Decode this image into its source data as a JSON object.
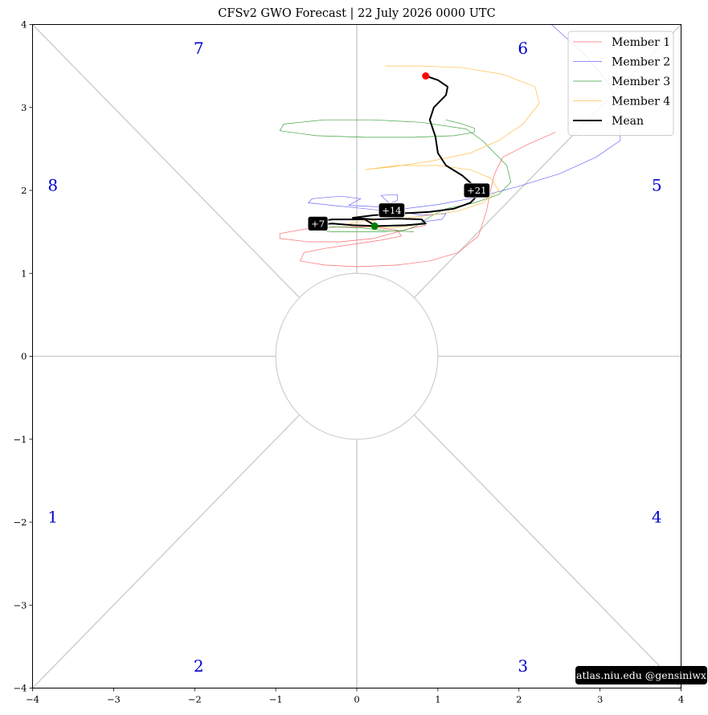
{
  "chart_data": {
    "type": "line",
    "title": "CFSv2 GWO Forecast   |   22  July  2026 0000 UTC",
    "xlabel": "",
    "ylabel": "",
    "xlim": [
      -4,
      4
    ],
    "ylim": [
      -4,
      4
    ],
    "xticks": [
      "−4",
      "−3",
      "−2",
      "−1",
      "0",
      "1",
      "2",
      "3",
      "4"
    ],
    "yticks": [
      "−4",
      "−3",
      "−2",
      "−1",
      "0",
      "1",
      "2",
      "3",
      "4"
    ],
    "grid": false,
    "legend_position": "top-right",
    "phase_labels": [
      {
        "text": "1",
        "x": -3.75,
        "y": -1.95
      },
      {
        "text": "2",
        "x": -1.95,
        "y": -3.75
      },
      {
        "text": "3",
        "x": 2.05,
        "y": -3.75
      },
      {
        "text": "4",
        "x": 3.7,
        "y": -1.95
      },
      {
        "text": "5",
        "x": 3.7,
        "y": 2.05
      },
      {
        "text": "6",
        "x": 2.05,
        "y": 3.7
      },
      {
        "text": "7",
        "x": -1.95,
        "y": 3.7
      },
      {
        "text": "8",
        "x": -3.75,
        "y": 2.05
      }
    ],
    "series": [
      {
        "name": "Member 1",
        "color": "#ff6b6b",
        "points": [
          [
            2.45,
            2.7
          ],
          [
            2.1,
            2.55
          ],
          [
            1.8,
            2.4
          ],
          [
            1.7,
            2.2
          ],
          [
            1.65,
            2.0
          ],
          [
            1.6,
            1.75
          ],
          [
            1.5,
            1.45
          ],
          [
            1.25,
            1.25
          ],
          [
            0.9,
            1.15
          ],
          [
            0.5,
            1.1
          ],
          [
            0.0,
            1.08
          ],
          [
            -0.4,
            1.1
          ],
          [
            -0.7,
            1.15
          ],
          [
            -0.65,
            1.25
          ],
          [
            -0.4,
            1.3
          ],
          [
            -0.05,
            1.35
          ],
          [
            0.3,
            1.4
          ],
          [
            0.55,
            1.45
          ],
          [
            0.5,
            1.52
          ],
          [
            0.2,
            1.56
          ],
          [
            -0.2,
            1.56
          ],
          [
            -0.6,
            1.54
          ],
          [
            -0.95,
            1.48
          ],
          [
            -0.95,
            1.42
          ],
          [
            -0.6,
            1.38
          ],
          [
            -0.2,
            1.38
          ],
          [
            0.2,
            1.42
          ],
          [
            0.5,
            1.5
          ],
          [
            0.7,
            1.55
          ],
          [
            0.85,
            1.58
          ]
        ]
      },
      {
        "name": "Member 2",
        "color": "#6a6aff",
        "points": [
          [
            2.4,
            4.0
          ],
          [
            2.8,
            3.65
          ],
          [
            3.1,
            3.3
          ],
          [
            3.25,
            2.95
          ],
          [
            3.25,
            2.6
          ],
          [
            2.95,
            2.4
          ],
          [
            2.5,
            2.2
          ],
          [
            2.0,
            2.05
          ],
          [
            1.5,
            1.92
          ],
          [
            1.0,
            1.83
          ],
          [
            0.6,
            1.78
          ],
          [
            0.3,
            1.76
          ],
          [
            0.0,
            1.79
          ],
          [
            -0.3,
            1.82
          ],
          [
            -0.6,
            1.85
          ],
          [
            -0.55,
            1.9
          ],
          [
            -0.2,
            1.93
          ],
          [
            0.05,
            1.9
          ],
          [
            -0.1,
            1.82
          ],
          [
            0.3,
            1.8
          ],
          [
            0.5,
            1.88
          ],
          [
            0.5,
            1.95
          ],
          [
            0.3,
            1.94
          ],
          [
            0.5,
            1.75
          ],
          [
            0.8,
            1.7
          ],
          [
            1.1,
            1.72
          ],
          [
            1.05,
            1.65
          ],
          [
            0.8,
            1.62
          ]
        ]
      },
      {
        "name": "Member 3",
        "color": "#3fa33f",
        "points": [
          [
            1.1,
            2.85
          ],
          [
            1.3,
            2.8
          ],
          [
            1.45,
            2.75
          ],
          [
            1.45,
            2.7
          ],
          [
            1.2,
            2.66
          ],
          [
            0.7,
            2.64
          ],
          [
            0.1,
            2.64
          ],
          [
            -0.5,
            2.66
          ],
          [
            -0.95,
            2.72
          ],
          [
            -0.9,
            2.8
          ],
          [
            -0.4,
            2.85
          ],
          [
            0.2,
            2.85
          ],
          [
            0.8,
            2.82
          ],
          [
            1.35,
            2.74
          ],
          [
            1.55,
            2.6
          ],
          [
            1.7,
            2.45
          ],
          [
            1.85,
            2.3
          ],
          [
            1.9,
            2.1
          ],
          [
            1.75,
            1.95
          ],
          [
            1.45,
            1.85
          ],
          [
            1.1,
            1.78
          ],
          [
            0.9,
            1.68
          ],
          [
            0.75,
            1.58
          ],
          [
            0.6,
            1.52
          ],
          [
            0.3,
            1.5
          ],
          [
            0.0,
            1.5
          ],
          [
            -0.3,
            1.5
          ],
          [
            -0.55,
            1.53
          ],
          [
            -0.3,
            1.56
          ],
          [
            0.05,
            1.55
          ],
          [
            0.3,
            1.52
          ],
          [
            0.7,
            1.5
          ]
        ]
      },
      {
        "name": "Member 4",
        "color": "#ffc04d",
        "points": [
          [
            0.35,
            3.5
          ],
          [
            0.8,
            3.5
          ],
          [
            1.3,
            3.48
          ],
          [
            1.8,
            3.4
          ],
          [
            2.2,
            3.25
          ],
          [
            2.25,
            3.05
          ],
          [
            2.05,
            2.8
          ],
          [
            1.75,
            2.6
          ],
          [
            1.4,
            2.45
          ],
          [
            0.9,
            2.35
          ],
          [
            0.4,
            2.28
          ],
          [
            0.1,
            2.25
          ],
          [
            0.5,
            2.3
          ],
          [
            1.0,
            2.3
          ],
          [
            1.4,
            2.25
          ],
          [
            1.65,
            2.15
          ],
          [
            1.75,
            2.0
          ],
          [
            1.55,
            1.85
          ],
          [
            1.25,
            1.75
          ],
          [
            0.9,
            1.7
          ],
          [
            0.55,
            1.66
          ],
          [
            0.3,
            1.65
          ],
          [
            0.05,
            1.62
          ],
          [
            -0.1,
            1.6
          ],
          [
            0.15,
            1.56
          ],
          [
            0.45,
            1.55
          ],
          [
            0.7,
            1.58
          ]
        ]
      },
      {
        "name": "Mean",
        "color": "#000000",
        "points": [
          [
            0.85,
            3.38
          ],
          [
            1.0,
            3.33
          ],
          [
            1.12,
            3.25
          ],
          [
            1.1,
            3.15
          ],
          [
            0.95,
            3.0
          ],
          [
            0.9,
            2.85
          ],
          [
            0.97,
            2.65
          ],
          [
            1.0,
            2.45
          ],
          [
            1.1,
            2.3
          ],
          [
            1.3,
            2.18
          ],
          [
            1.45,
            2.05
          ],
          [
            1.5,
            1.95
          ],
          [
            1.4,
            1.85
          ],
          [
            1.2,
            1.78
          ],
          [
            0.9,
            1.74
          ],
          [
            0.5,
            1.72
          ],
          [
            0.2,
            1.7
          ],
          [
            -0.05,
            1.67
          ],
          [
            0.2,
            1.65
          ],
          [
            0.5,
            1.66
          ],
          [
            0.8,
            1.65
          ],
          [
            0.85,
            1.6
          ],
          [
            0.6,
            1.58
          ],
          [
            0.25,
            1.57
          ],
          [
            -0.05,
            1.58
          ],
          [
            -0.3,
            1.6
          ],
          [
            -0.6,
            1.58
          ],
          [
            -0.55,
            1.62
          ],
          [
            -0.3,
            1.65
          ],
          [
            0.1,
            1.65
          ],
          [
            0.22,
            1.58
          ]
        ]
      }
    ],
    "start_marker": {
      "x": 0.22,
      "y": 1.57,
      "color": "#008000"
    },
    "end_marker": {
      "x": 0.85,
      "y": 3.38,
      "color": "#ff0000"
    },
    "day_labels": [
      {
        "text": "+7",
        "x": -0.48,
        "y": 1.6
      },
      {
        "text": "+14",
        "x": 0.43,
        "y": 1.76
      },
      {
        "text": "+21",
        "x": 1.48,
        "y": 2.0
      }
    ]
  },
  "credit": "atlas.niu.edu  @gensiniwx",
  "colors": {
    "guide_lines": "#cfcfcf",
    "phase_text": "#0000cc",
    "label_bg": "#000000"
  }
}
